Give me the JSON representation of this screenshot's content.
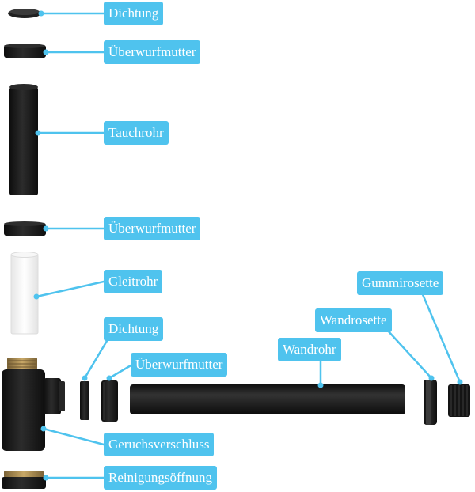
{
  "colors": {
    "label_background": "#4fc3ee",
    "label_text": "#ffffff",
    "leader_line": "#4fc3ee",
    "part_black": "#1b1b1b",
    "part_white": "#f3f3f3",
    "brass": "#a4874f"
  },
  "labels": {
    "dichtung_top": "Dichtung",
    "ueberwurfmutter_1": "Überwurfmutter",
    "tauchrohr": "Tauchrohr",
    "ueberwurfmutter_2": "Überwurfmutter",
    "gleitrohr": "Gleitrohr",
    "dichtung_middle": "Dichtung",
    "ueberwurfmutter_3": "Überwurfmutter",
    "wandrohr": "Wandrohr",
    "wandrosette": "Wandrosette",
    "gummirosette": "Gummirosette",
    "geruchsverschluss": "Geruchsverschluss",
    "reinigungsoeffnung": "Reinigungsöffnung"
  }
}
